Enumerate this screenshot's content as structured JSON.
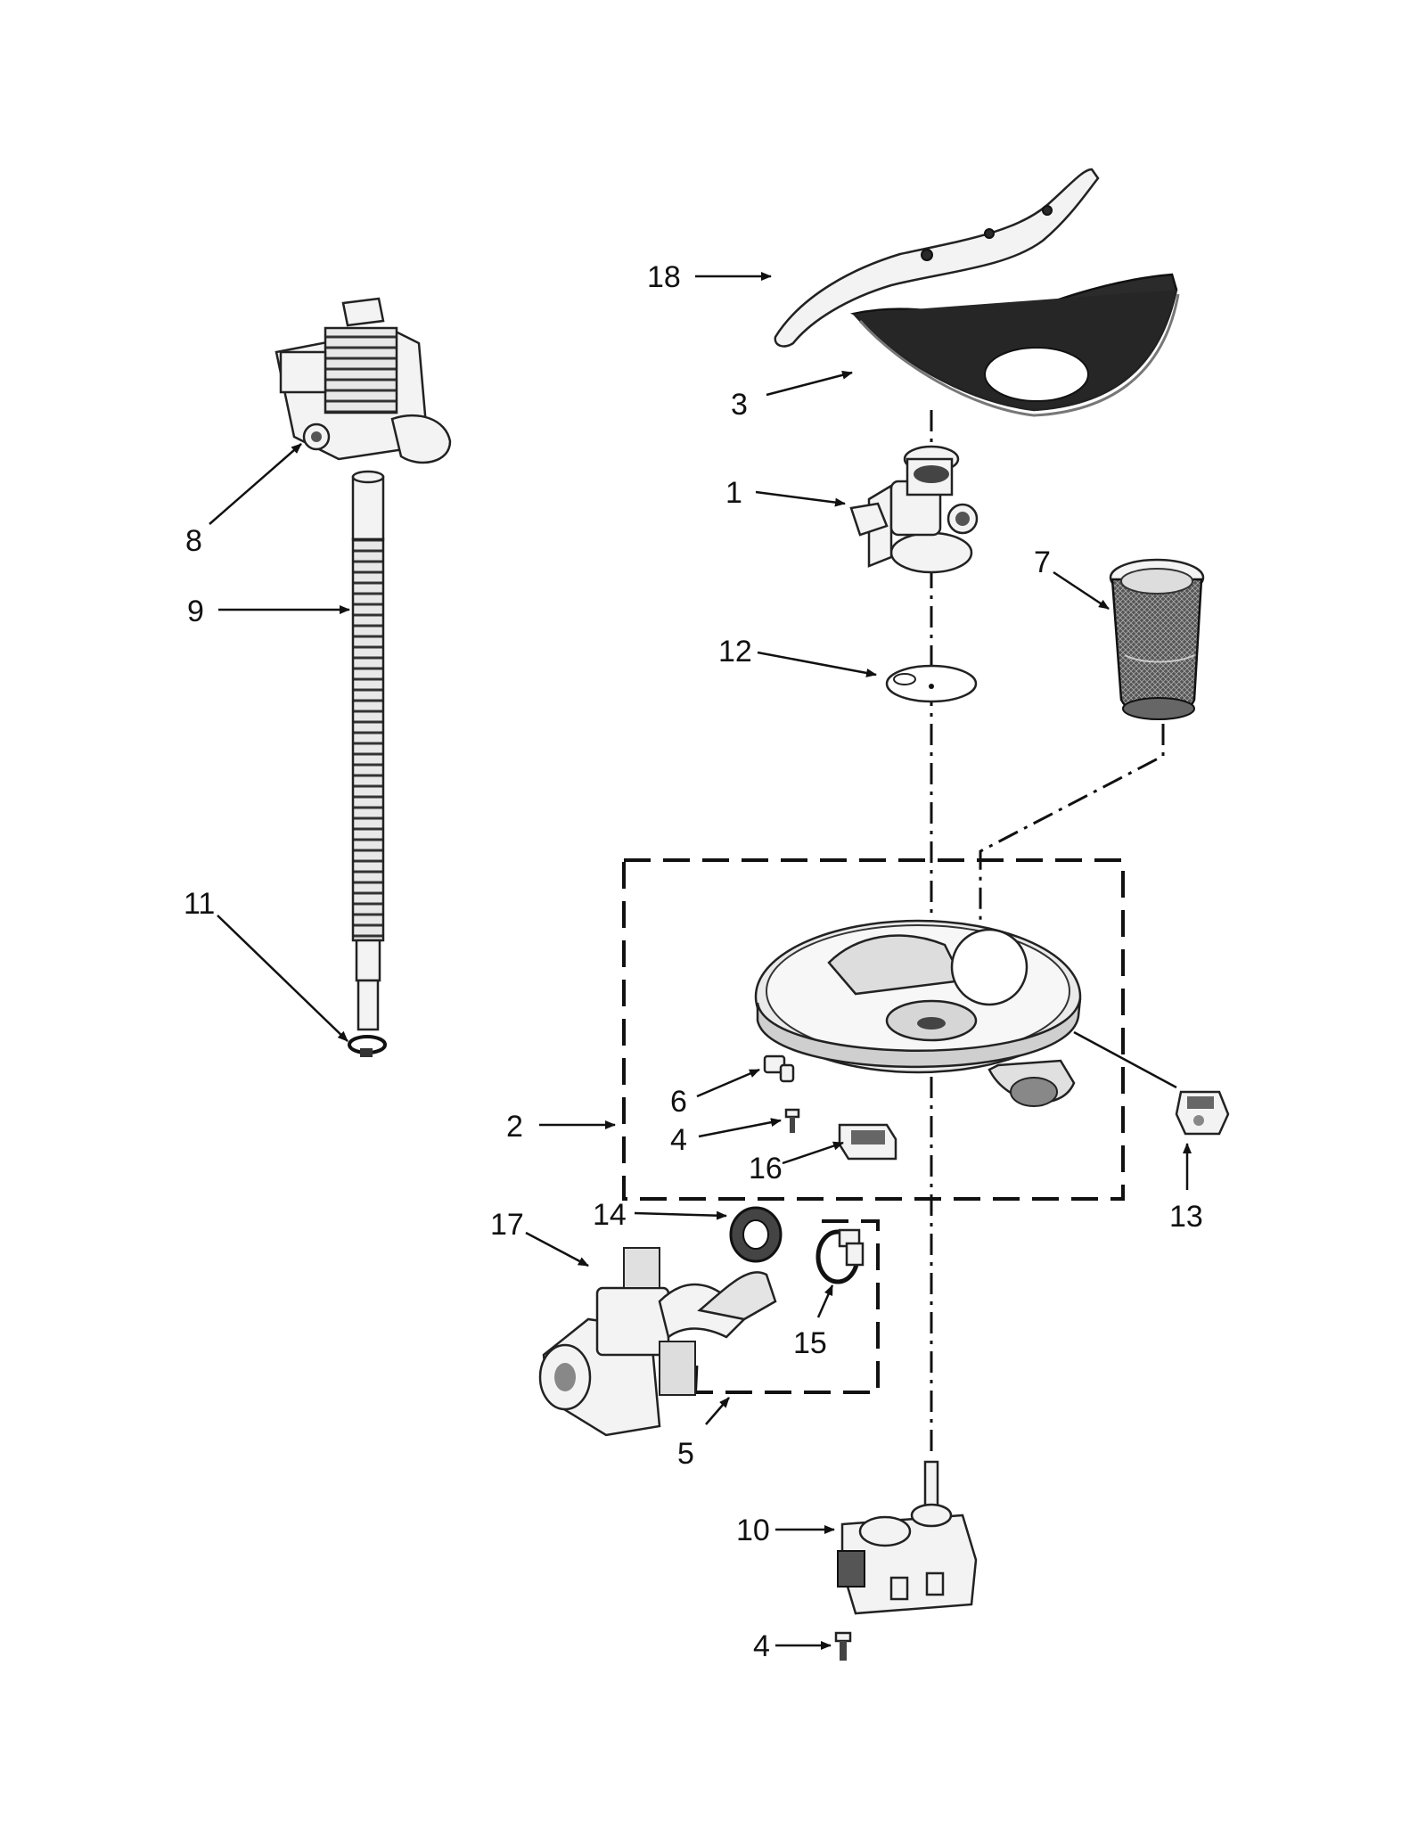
{
  "callouts": {
    "c1": "1",
    "c2": "2",
    "c3": "3",
    "c4a": "4",
    "c4b": "4",
    "c5": "5",
    "c6": "6",
    "c7": "7",
    "c8": "8",
    "c9": "9",
    "c10": "10",
    "c11": "11",
    "c12": "12",
    "c13": "13",
    "c14": "14",
    "c15": "15",
    "c16": "16",
    "c17": "17",
    "c18": "18"
  },
  "icons": {
    "spray_arm": "spray-arm-18",
    "filter_cover": "filter-cover-3",
    "diverter": "diverter-1",
    "disc": "disc-12",
    "filter": "filter-7",
    "drain_pump": "drain-pump-8",
    "hose": "hose-9",
    "clamp": "clamp-11",
    "sump": "sump-2",
    "sensor": "sensor-13",
    "circulation_pump": "circulation-pump-17",
    "motor": "motor-10"
  }
}
